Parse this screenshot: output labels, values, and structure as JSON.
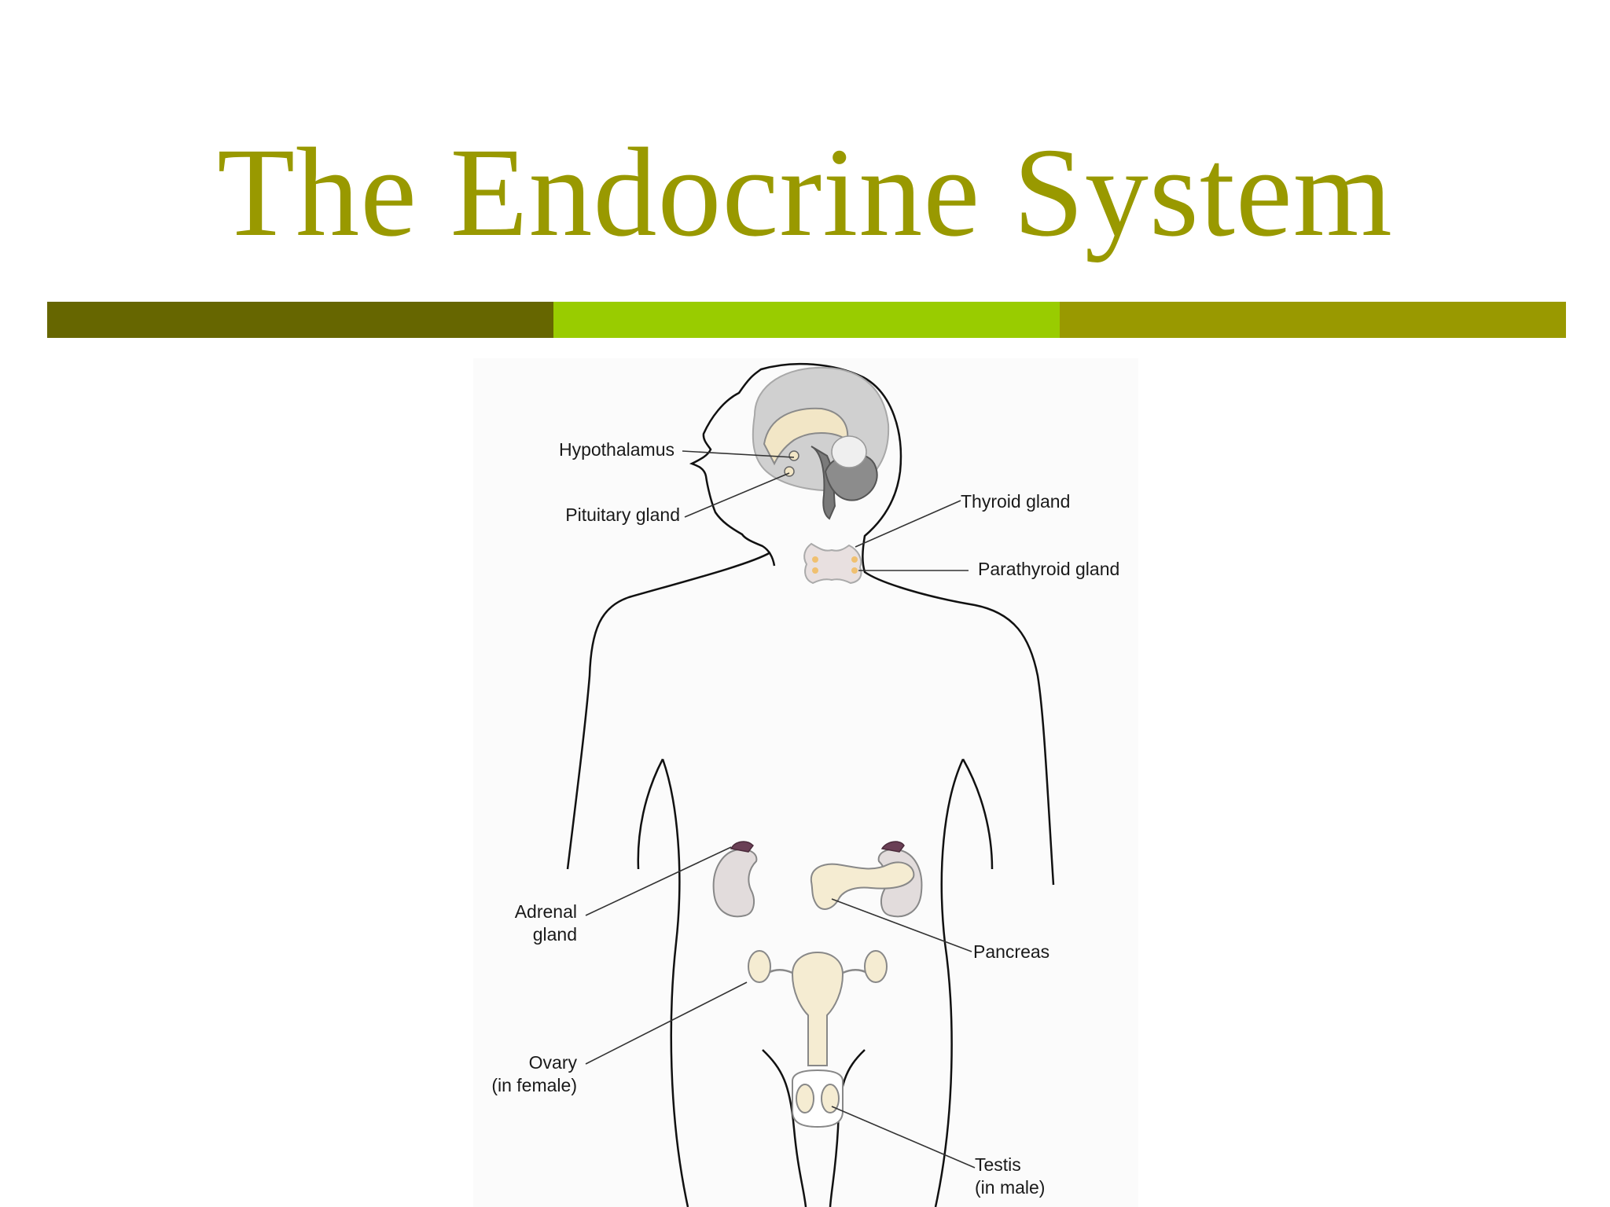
{
  "title": "The Endocrine System",
  "title_bar_colors": [
    "#666600",
    "#99cc00",
    "#999900"
  ],
  "labels": {
    "hypothalamus": "Hypothalamus",
    "pituitary": "Pituitary gland",
    "thyroid": "Thyroid gland",
    "parathyroid": "Parathyroid gland",
    "adrenal_line1": "Adrenal",
    "adrenal_line2": "gland",
    "pancreas": "Pancreas",
    "ovary_line1": "Ovary",
    "ovary_line2": "(in female)",
    "testis_line1": "Testis",
    "testis_line2": "(in male)"
  }
}
